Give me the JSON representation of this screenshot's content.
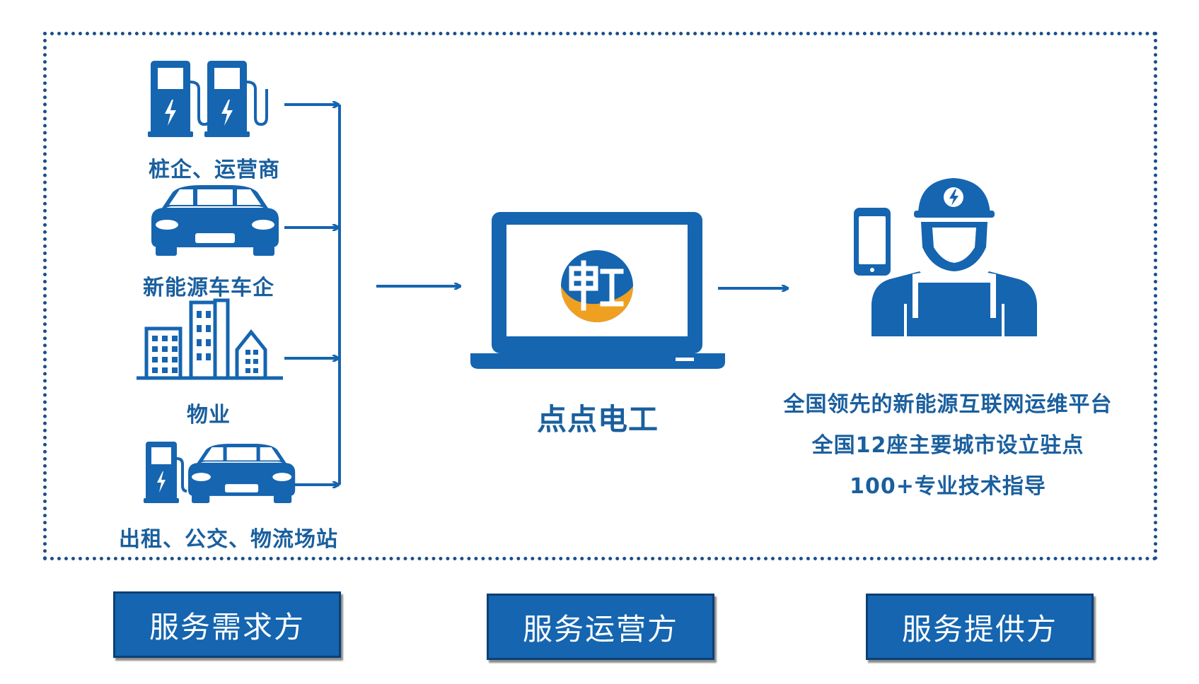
{
  "demand": {
    "items": [
      {
        "label": "桩企、运营商",
        "icon": "charging-station-icon"
      },
      {
        "label": "新能源车车企",
        "icon": "car-icon"
      },
      {
        "label": "物业",
        "icon": "buildings-icon"
      },
      {
        "label": "出租、公交、物流场站",
        "icon": "station-car-icon"
      }
    ]
  },
  "platform": {
    "name": "点点电工",
    "icon": "laptop-icon",
    "logo_text": "电工"
  },
  "provider": {
    "icon": "technician-icon",
    "lines": [
      "全国领先的新能源互联网运维平台",
      "全国12座主要城市设立驻点",
      "100+专业技术指导"
    ]
  },
  "roles": [
    "服务需求方",
    "服务运营方",
    "服务提供方"
  ],
  "colors": {
    "primary": "#1565b0",
    "text": "#1a5f9e",
    "frame": "#1a4f8a",
    "logo_orange": "#f0a020"
  }
}
